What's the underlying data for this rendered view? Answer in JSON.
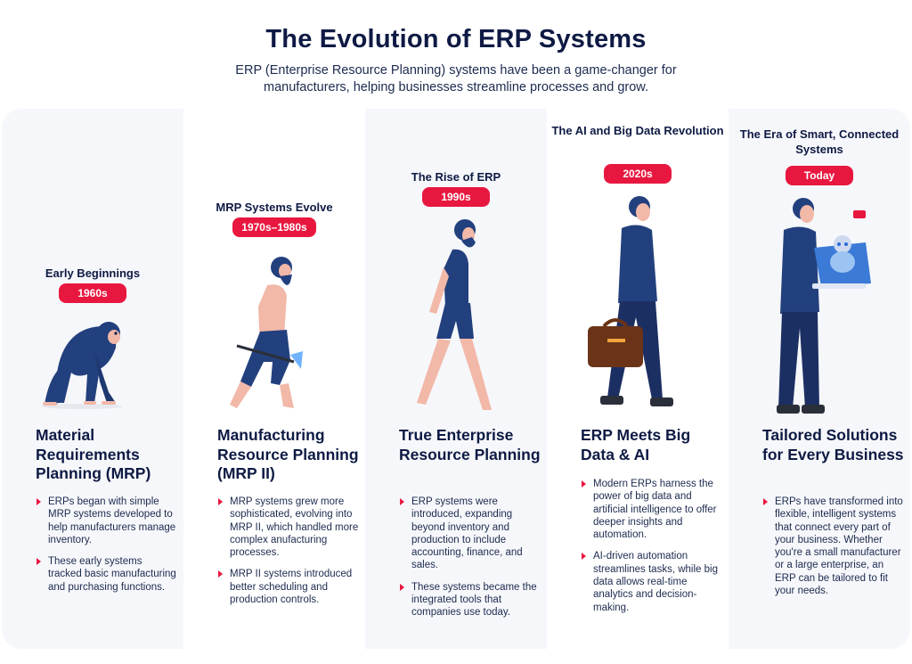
{
  "header": {
    "title": "The Evolution of ERP Systems",
    "subtitle": "ERP (Enterprise Resource Planning) systems have been a game-changer for manufacturers, helping businesses streamline processes and grow."
  },
  "stages": [
    {
      "era": "Early Beginnings",
      "badge": "1960s",
      "heading": "Material Requirements Planning (MRP)",
      "bullets": [
        "ERPs began with simple MRP systems developed to help manufacturers manage inventory.",
        "These early systems tracked basic manufacturing and purchasing functions."
      ]
    },
    {
      "era": "MRP Systems Evolve",
      "badge": "1970s–1980s",
      "heading": "Manufacturing Resource Planning (MRP II)",
      "bullets": [
        "MRP systems grew more sophisticated, evolving into MRP II, which handled more complex anufacturing processes.",
        "MRP II systems introduced better scheduling and production controls."
      ]
    },
    {
      "era": "The Rise of ERP",
      "badge": "1990s",
      "heading": "True Enterprise Resource Planning",
      "bullets": [
        "ERP systems were introduced, expanding beyond inventory and production to include accounting, finance, and sales.",
        "These systems became the integrated tools that companies use today."
      ]
    },
    {
      "era": "The AI and Big Data Revolution",
      "badge": "2020s",
      "heading": "ERP Meets Big Data & AI",
      "bullets": [
        "Modern ERPs harness the power of big data and artificial intelligence to offer deeper insights and automation.",
        "AI-driven automation streamlines tasks, while big data allows real-time analytics and decision-making."
      ]
    },
    {
      "era": "The Era of Smart, Connected Systems",
      "badge": "Today",
      "heading": "Tailored Solutions for Every Business",
      "bullets": [
        "ERPs have transformed into flexible, intelligent systems that connect every part of your business. Whether you're a small manufacturer or a large enterprise, an ERP can be tailored to fit your needs."
      ]
    }
  ],
  "colors": {
    "accent": "#e8173f",
    "navy": "#12234d",
    "skin": "#f2b8a8"
  },
  "icons": [
    "ape-figure",
    "caveman-figure",
    "early-human-figure",
    "businessman-figure",
    "laptop-robot-figure"
  ]
}
